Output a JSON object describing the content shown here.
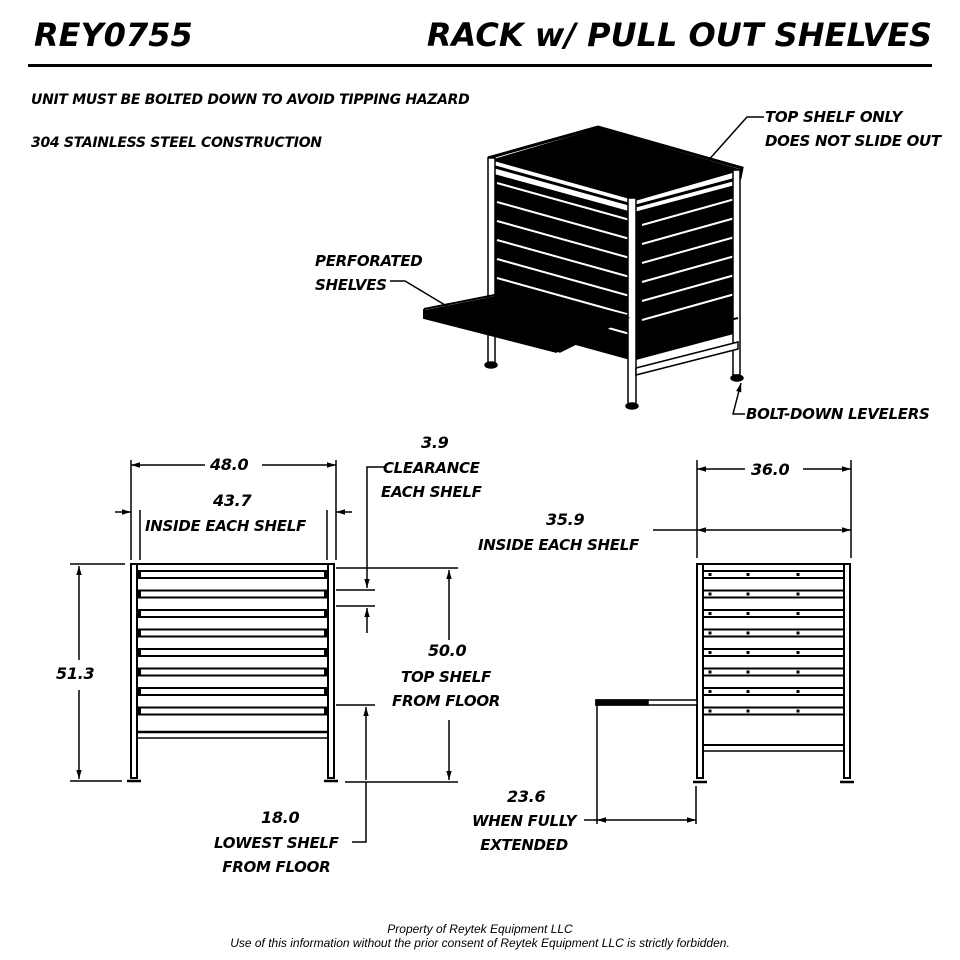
{
  "header": {
    "part_number": "REY0755",
    "title": "RACK w/ PULL OUT SHELVES"
  },
  "notes": [
    "UNIT MUST BE BOLTED DOWN TO AVOID TIPPING HAZARD",
    "304 STAINLESS STEEL CONSTRUCTION"
  ],
  "isometric_callouts": {
    "top_shelf": [
      "TOP SHELF ONLY",
      "DOES NOT SLIDE OUT"
    ],
    "perforated": [
      "PERFORATED",
      "SHELVES"
    ],
    "levelers": "BOLT-DOWN LEVELERS"
  },
  "front_view": {
    "overall_width": "48.0",
    "inside_width": "43.7",
    "inside_width_label": "INSIDE EACH SHELF",
    "clearance": "3.9",
    "clearance_label": [
      "CLEARANCE",
      "EACH SHELF"
    ],
    "overall_height": "51.3",
    "top_shelf_height": "50.0",
    "top_shelf_label": [
      "TOP SHELF",
      "FROM FLOOR"
    ],
    "lowest_shelf_height": "18.0",
    "lowest_shelf_label": [
      "LOWEST SHELF",
      "FROM FLOOR"
    ],
    "shelf_count": 8
  },
  "side_view": {
    "overall_depth": "36.0",
    "inside_depth": "35.9",
    "inside_depth_label": "INSIDE EACH SHELF",
    "extension": "23.6",
    "extension_label": [
      "WHEN FULLY",
      "EXTENDED"
    ]
  },
  "footer": {
    "line1": "Property of Reytek Equipment LLC",
    "line2": "Use of this information without the prior consent of Reytek Equipment LLC is strictly forbidden."
  }
}
